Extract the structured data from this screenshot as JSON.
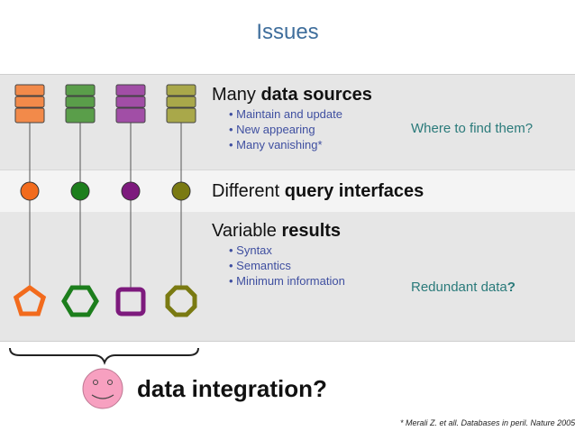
{
  "title": "Issues",
  "section1": {
    "heading_prefix": "Many ",
    "heading_bold": "data sources",
    "bullets": [
      "• Maintain and update",
      "• New appearing",
      "• Many vanishing*"
    ],
    "question": "Where to find them?"
  },
  "section2": {
    "heading_prefix": "Different ",
    "heading_bold": "query interfaces"
  },
  "section3": {
    "heading_prefix": "Variable ",
    "heading_bold": "results",
    "bullets": [
      "• Syntax",
      "• Semantics",
      "• Minimum information"
    ],
    "question_text": "Redundant data",
    "question_mark": "?"
  },
  "integration_label": "data integration?",
  "footnote": "* Merali Z. et all. Databases in peril. Nature 2005.",
  "colors": {
    "source1": "#f28a4a",
    "source2": "#5a9e4a",
    "source3": "#a14ea6",
    "source4": "#a9a84a",
    "dot1": "#f26b1d",
    "dot2": "#1c7e1c",
    "dot3": "#7d1a7d",
    "dot4": "#7a7a12",
    "shape1": "#f26b1d",
    "shape2": "#1c7e1c",
    "shape3": "#7d1a7d",
    "shape4": "#7a7a12",
    "smiley": "#f7a0c0"
  },
  "icons": {
    "sources": "database-stack-icon",
    "interface": "circle-dot-icon",
    "result_shapes": [
      "pentagon-icon",
      "hexagon-icon",
      "square-icon",
      "octagon-icon"
    ],
    "face": "smiley-face-icon"
  }
}
